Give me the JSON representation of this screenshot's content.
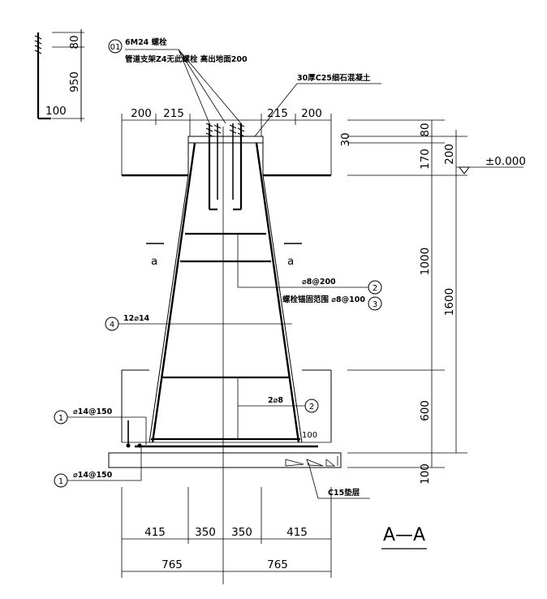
{
  "drawing": {
    "section_title": "A—A",
    "elevation_label": "±0.000",
    "cut_mark_label": "a",
    "bolt": {
      "tag": "01",
      "spec": "6M24  螺栓",
      "note": "管道支架Z4无此螺栓  高出地面200"
    },
    "topping_note": "30厚C25细石混凝土",
    "cushion_note": "C15垫层",
    "rebar": {
      "stirrup_tag": "2",
      "stirrup_spec": "⌀8@200",
      "stirrup_dense_tag": "3",
      "stirrup_dense_spec": "螺栓锚固范围 ⌀8@100",
      "main_bar_tag": "4",
      "main_bar_spec": "12⌀14",
      "base_stirrup_tag": "2",
      "base_stirrup_spec": "2⌀8",
      "mesh_top_tag": "1",
      "mesh_top_spec": "⌀14@150",
      "mesh_bottom_tag": "1",
      "mesh_bottom_spec": "⌀14@150",
      "cover_label": "100"
    },
    "dims": {
      "detail_top": "80",
      "detail_mid": "950",
      "detail_bottom": "100",
      "top_left_outer": "200",
      "top_left_inner": "215",
      "top_right_inner": "215",
      "top_right_outer": "200",
      "right_80": "80",
      "right_30": "30",
      "right_170": "170",
      "right_200": "200",
      "right_1000": "1000",
      "right_1600": "1600",
      "right_600": "600",
      "right_100": "100",
      "bottom_415_left": "415",
      "bottom_350_left": "350",
      "bottom_350_right": "350",
      "bottom_415_right": "415",
      "bottom_765_left": "765",
      "bottom_765_right": "765"
    }
  }
}
